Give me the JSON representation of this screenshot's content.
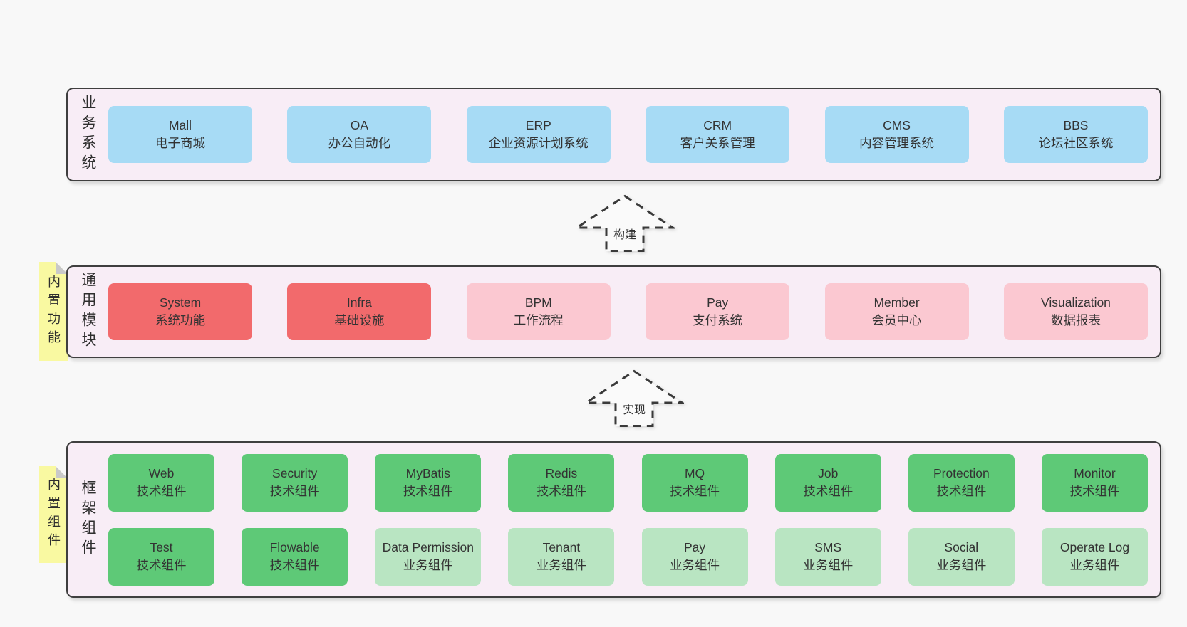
{
  "diagram": {
    "colors": {
      "page_bg": "#f8f8f8",
      "container_bg": "#f8edf6",
      "container_border": "#3f3f3f",
      "tag_bg": "#f9f9a1",
      "tag_fold": "#c9c9c9",
      "blue": "#a7dbf5",
      "red": "#f26a6c",
      "pink": "#fbc8d1",
      "green": "#5ec977",
      "lightgreen": "#b9e5c2",
      "arrow_stroke": "#3a3a3a"
    },
    "arrows": [
      {
        "label": "构建"
      },
      {
        "label": "实现"
      }
    ],
    "layers": [
      {
        "label": "业务系统",
        "tag": "",
        "rows": [
          [
            {
              "name": "Mall",
              "desc": "电子商城",
              "variant": "blue"
            },
            {
              "name": "OA",
              "desc": "办公自动化",
              "variant": "blue"
            },
            {
              "name": "ERP",
              "desc": "企业资源计划系统",
              "variant": "blue"
            },
            {
              "name": "CRM",
              "desc": "客户关系管理",
              "variant": "blue"
            },
            {
              "name": "CMS",
              "desc": "内容管理系统",
              "variant": "blue"
            },
            {
              "name": "BBS",
              "desc": "论坛社区系统",
              "variant": "blue"
            }
          ]
        ]
      },
      {
        "label": "通用模块",
        "tag": "内置功能",
        "rows": [
          [
            {
              "name": "System",
              "desc": "系统功能",
              "variant": "red"
            },
            {
              "name": "Infra",
              "desc": "基础设施",
              "variant": "red"
            },
            {
              "name": "BPM",
              "desc": "工作流程",
              "variant": "pink"
            },
            {
              "name": "Pay",
              "desc": "支付系统",
              "variant": "pink"
            },
            {
              "name": "Member",
              "desc": "会员中心",
              "variant": "pink"
            },
            {
              "name": "Visualization",
              "desc": "数据报表",
              "variant": "pink"
            }
          ]
        ]
      },
      {
        "label": "框架组件",
        "tag": "内置组件",
        "rows": [
          [
            {
              "name": "Web",
              "desc": "技术组件",
              "variant": "green"
            },
            {
              "name": "Security",
              "desc": "技术组件",
              "variant": "green"
            },
            {
              "name": "MyBatis",
              "desc": "技术组件",
              "variant": "green"
            },
            {
              "name": "Redis",
              "desc": "技术组件",
              "variant": "green"
            },
            {
              "name": "MQ",
              "desc": "技术组件",
              "variant": "green"
            },
            {
              "name": "Job",
              "desc": "技术组件",
              "variant": "green"
            },
            {
              "name": "Protection",
              "desc": "技术组件",
              "variant": "green"
            },
            {
              "name": "Monitor",
              "desc": "技术组件",
              "variant": "green"
            }
          ],
          [
            {
              "name": "Test",
              "desc": "技术组件",
              "variant": "green"
            },
            {
              "name": "Flowable",
              "desc": "技术组件",
              "variant": "green"
            },
            {
              "name": "Data Permission",
              "desc": "业务组件",
              "variant": "lightgreen"
            },
            {
              "name": "Tenant",
              "desc": "业务组件",
              "variant": "lightgreen"
            },
            {
              "name": "Pay",
              "desc": "业务组件",
              "variant": "lightgreen"
            },
            {
              "name": "SMS",
              "desc": "业务组件",
              "variant": "lightgreen"
            },
            {
              "name": "Social",
              "desc": "业务组件",
              "variant": "lightgreen"
            },
            {
              "name": "Operate Log",
              "desc": "业务组件",
              "variant": "lightgreen"
            }
          ]
        ]
      }
    ]
  }
}
